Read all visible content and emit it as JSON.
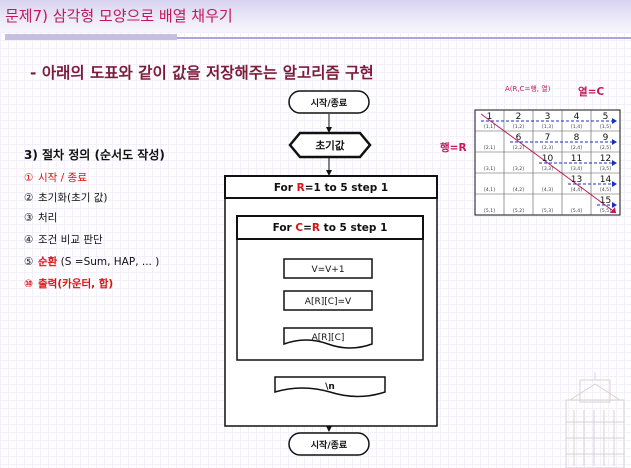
{
  "slide": {
    "title": "문제7) 삼각형 모양으로 배열 채우기",
    "subtitle": "- 아래의 도표와 같이 값을 저장해주는 알고리즘 구현"
  },
  "procedure": {
    "heading": "3) 절차 정의 (순서도 작성)",
    "steps": [
      {
        "num": "①",
        "text": "시작 / 종료",
        "color": "#dd1111"
      },
      {
        "num": "②",
        "text": "초기화(초기 값)"
      },
      {
        "num": "③",
        "text": "처리"
      },
      {
        "num": "④",
        "text": "조건 비교 판단"
      },
      {
        "num": "⑤",
        "text": "순환 (S =Sum,  HAP,  ... )",
        "highlight": "순환",
        "color": "#dd1111"
      },
      {
        "num": "⑩",
        "text": "출력(카운터, 합)",
        "color": "#dd1111"
      }
    ]
  },
  "flowchart": {
    "start": "시작/종료",
    "init": "초기값",
    "outer_loop": {
      "prefix": "For ",
      "var": "R",
      "suffix": "=1 to 5 step 1"
    },
    "inner_loop": {
      "prefix": "For ",
      "var1": "C",
      "eq": "=",
      "var2": "R",
      "suffix": " to 5 step 1"
    },
    "process1": "V=V+1",
    "process2": "A[R][C]=V",
    "output1": "A[R][C]",
    "output2": "\\n",
    "end": "시작/종료"
  },
  "grid": {
    "top_label": "A(R,C=행, 열)",
    "col_label": "열=C",
    "row_label": "행=R",
    "cells": [
      [
        "1",
        "2",
        "3",
        "4",
        "5"
      ],
      [
        "",
        "6",
        "7",
        "8",
        "9"
      ],
      [
        "",
        "",
        "10",
        "11",
        "12"
      ],
      [
        "",
        "",
        "",
        "13",
        "14"
      ],
      [
        "",
        "",
        "",
        "",
        "15"
      ]
    ],
    "subs": [
      [
        "[1,1]",
        "[1,2]",
        "[1,3]",
        "[1,4]",
        "[1,5]"
      ],
      [
        "[2,1]",
        "[2,2]",
        "[2,3]",
        "[2,4]",
        "[2,5]"
      ],
      [
        "[3,1]",
        "[3,2]",
        "[3,3]",
        "[3,4]",
        "[3,5]"
      ],
      [
        "[4,1]",
        "[4,2]",
        "[4,3]",
        "[4,4]",
        "[4,5]"
      ],
      [
        "[5,1]",
        "[5,2]",
        "[5,3]",
        "[5,4]",
        "[5,5]"
      ]
    ],
    "accent": "#c0195b",
    "arrow_color": "#1a2fbf"
  }
}
